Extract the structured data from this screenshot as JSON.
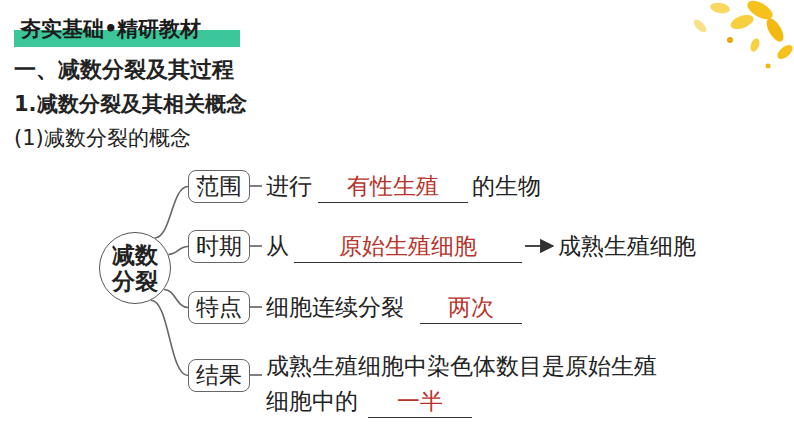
{
  "diagram": {
    "nodes": [
      {
        "text": [
          "减数分裂"
        ]
      },
      {
        "text": [
          "范围"
        ]
      },
      {
        "text": [
          "时期"
        ]
      },
      {
        "text": [
          "特点"
        ]
      },
      {
        "text": [
          "结果"
        ]
      }
    ],
    "edges": [
      {
        "from": 0,
        "to": 1,
        "arrow": "none"
      },
      {
        "from": 0,
        "to": 2,
        "arrow": "none"
      },
      {
        "from": 0,
        "to": 3,
        "arrow": "none"
      },
      {
        "from": 0,
        "to": 4,
        "arrow": "none"
      }
    ],
    "labels": [
      "夯实基础•精研教材",
      "一、减数分裂及其过程",
      "1.减数分裂及其相关概念",
      "(1)减数分裂的概念",
      "进行",
      "有性生殖",
      "的生物",
      "从",
      "原始生殖细胞",
      "成熟生殖细胞",
      "细胞连续分裂",
      "两次",
      "成熟生殖细胞中染色体数目是原始生殖 细胞中的",
      "一半"
    ]
  }
}
